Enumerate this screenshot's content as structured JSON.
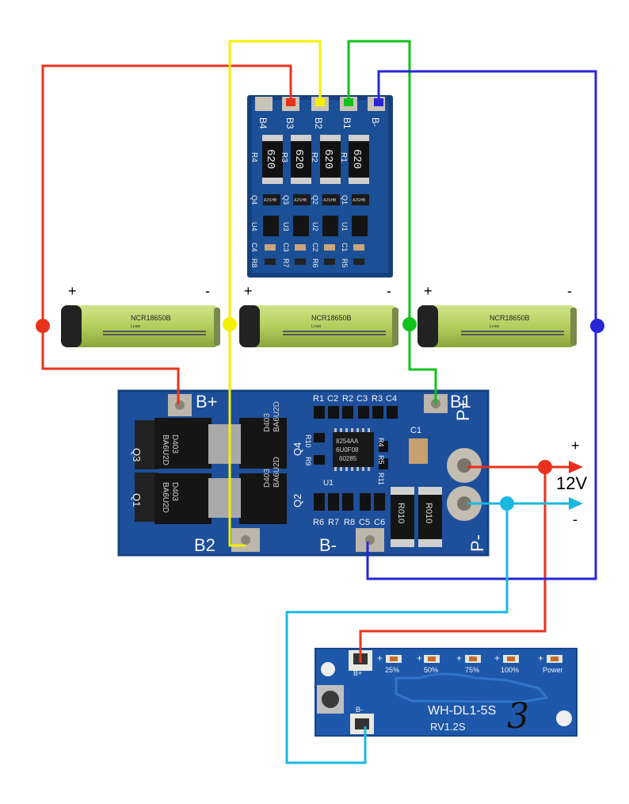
{
  "balancer_board": {
    "pads": [
      "B4",
      "B3",
      "B2",
      "B1",
      "B-"
    ],
    "resistors": [
      {
        "ref": "R4",
        "value": "620"
      },
      {
        "ref": "R3",
        "value": "620"
      },
      {
        "ref": "R2",
        "value": "620"
      },
      {
        "ref": "R1",
        "value": "620"
      }
    ],
    "mosfet_marking": "A2SHB",
    "mosfet_refs": [
      "Q4",
      "Q3",
      "Q2",
      "Q1"
    ],
    "ic_refs": [
      "U4",
      "U3",
      "U2",
      "U1"
    ],
    "cap_refs": [
      "C4",
      "C3",
      "C2",
      "C1"
    ],
    "bottom_refs": [
      "R8",
      "R7",
      "R6",
      "R5"
    ]
  },
  "batteries": [
    {
      "model": "NCR18650B",
      "chem": "Li-ion",
      "plus": "+",
      "minus": "-"
    },
    {
      "model": "NCR18650B",
      "chem": "Li-ion",
      "plus": "+",
      "minus": "-"
    },
    {
      "model": "NCR18650B",
      "chem": "Li-ion",
      "plus": "+",
      "minus": "-"
    }
  ],
  "bms_board": {
    "pad_bplus": "B+",
    "pad_b1": "B1",
    "pad_b2": "B2",
    "pad_bminus": "B-",
    "pad_pplus": "P+",
    "pad_pminus": "P-",
    "mosfet_part": "D403",
    "mosfet_code": "BA6U2D",
    "q_refs": [
      "Q3",
      "Q1",
      "Q4",
      "Q2"
    ],
    "ic_marking": [
      "8254AA",
      "6U0F08",
      "60285"
    ],
    "ic_ref": "U1",
    "top_refs": [
      "R1",
      "C2",
      "R2",
      "C3",
      "R3",
      "C4"
    ],
    "cap_ref": "C1",
    "side_refs": [
      "R10",
      "R9",
      "R4",
      "R5",
      "R11"
    ],
    "bottom_refs": [
      "R6",
      "R7",
      "R8",
      "C5",
      "C6"
    ],
    "shunt_value": "R010"
  },
  "output": {
    "plus": "+",
    "voltage": "12V",
    "minus": "-"
  },
  "indicator_board": {
    "model": "WH-DL1-5S",
    "revision": "RV1.2S",
    "handwritten": "3",
    "pad_bplus": "B+",
    "pad_bminus": "B-",
    "levels": [
      "25%",
      "50%",
      "75%",
      "100%",
      "Power"
    ]
  },
  "wire_colors": {
    "red": "#e8321e",
    "yellow": "#f4f000",
    "green": "#12c21a",
    "blue": "#2626d8",
    "cyan": "#1ab8e0",
    "pcb": "#1d4f9a"
  }
}
